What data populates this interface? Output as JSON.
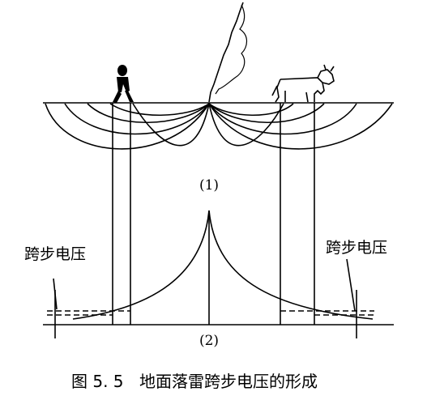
{
  "labels": {
    "top_curve": "(1)",
    "bottom_curve": "(2)",
    "step_voltage_left": "跨步电压",
    "step_voltage_right": "跨步电压"
  },
  "caption": {
    "number": "图 5. 5",
    "title": "地面落雷跨步电压的形成"
  },
  "colors": {
    "stroke": "#000000",
    "background": "#ffffff"
  }
}
